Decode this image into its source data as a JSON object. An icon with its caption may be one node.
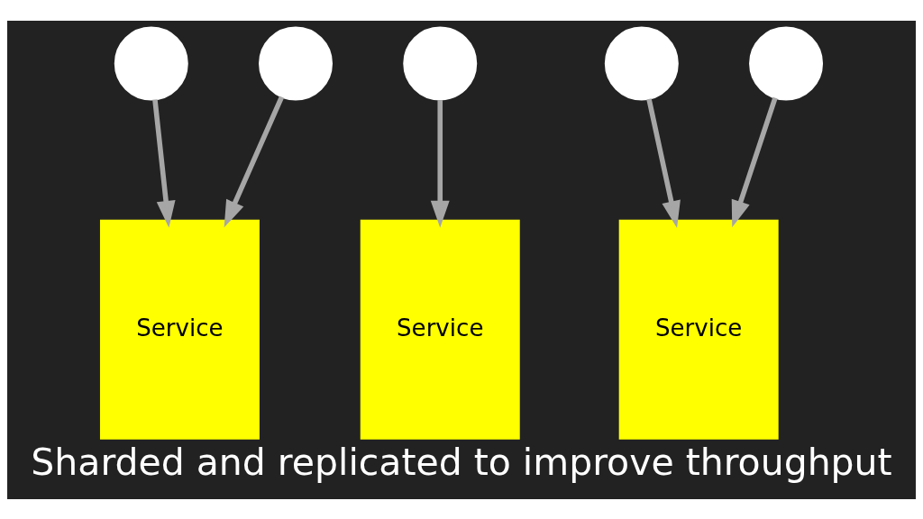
{
  "diagram": {
    "caption": "Sharded and replicated to improve throughput",
    "nodes": [
      {
        "text": [],
        "shape": "person"
      },
      {
        "text": [],
        "shape": "person"
      },
      {
        "text": [],
        "shape": "person"
      },
      {
        "text": [],
        "shape": "person"
      },
      {
        "text": [],
        "shape": "person"
      },
      {
        "text": [
          "Service"
        ]
      },
      {
        "text": [
          "Service"
        ]
      },
      {
        "text": [
          "Service"
        ]
      }
    ],
    "edges": [
      {
        "from": 0,
        "to": 5,
        "arrow": "to"
      },
      {
        "from": 1,
        "to": 5,
        "arrow": "to"
      },
      {
        "from": 2,
        "to": 6,
        "arrow": "to"
      },
      {
        "from": 3,
        "to": 7,
        "arrow": "to"
      },
      {
        "from": 4,
        "to": 7,
        "arrow": "to"
      }
    ]
  }
}
